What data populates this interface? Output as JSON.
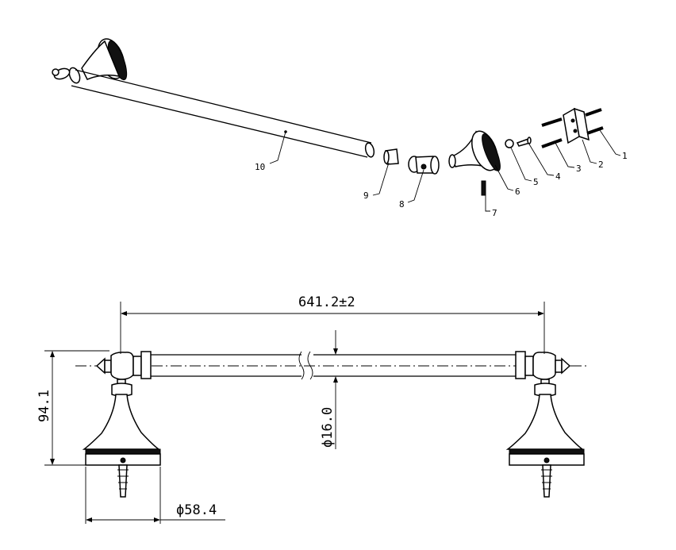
{
  "parts": [
    "1",
    "2",
    "3",
    "4",
    "5",
    "6",
    "7",
    "8",
    "9",
    "10"
  ],
  "dimensions": {
    "length": "641.2±2",
    "height": "94.1",
    "tube_diameter": "ϕ16.0",
    "base_diameter": "ϕ58.4"
  },
  "colors": {
    "ink": "#000000",
    "paper": "#ffffff"
  }
}
